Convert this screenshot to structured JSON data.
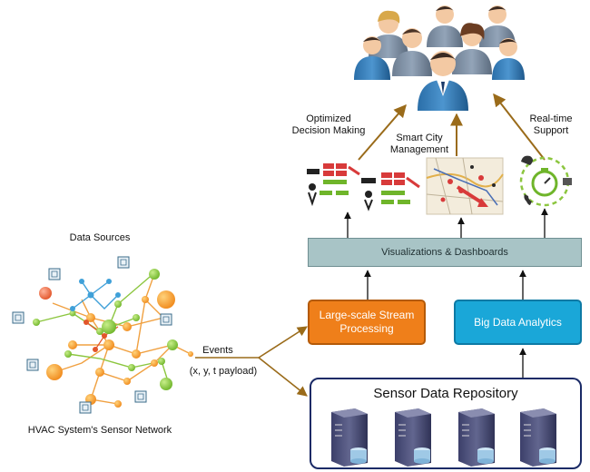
{
  "users_label": "",
  "labels": {
    "decision": "Optimized\nDecision Making",
    "smart_city": "Smart City\nManagement",
    "realtime": "Real-time\nSupport",
    "data_sources": "Data Sources",
    "sensor_network": "HVAC System's Sensor Network",
    "events": "Events",
    "payload": "(x, y, t payload)"
  },
  "boxes": {
    "visualizations": "Visualizations & Dashboards",
    "stream": "Large-scale Stream Processing",
    "analytics": "Big Data Analytics",
    "repository": "Sensor Data Repository"
  },
  "colors": {
    "orange": "#ef7f1a",
    "blue": "#1aa7d8",
    "slate": "#a8c4c6",
    "navy": "#1a2a66",
    "arrow_brown": "#9a6b1a"
  },
  "icons": [
    "people-group-icon",
    "workflow-icon",
    "city-map-icon",
    "realtime-clock-icon",
    "sensor-icon",
    "server-icon"
  ]
}
